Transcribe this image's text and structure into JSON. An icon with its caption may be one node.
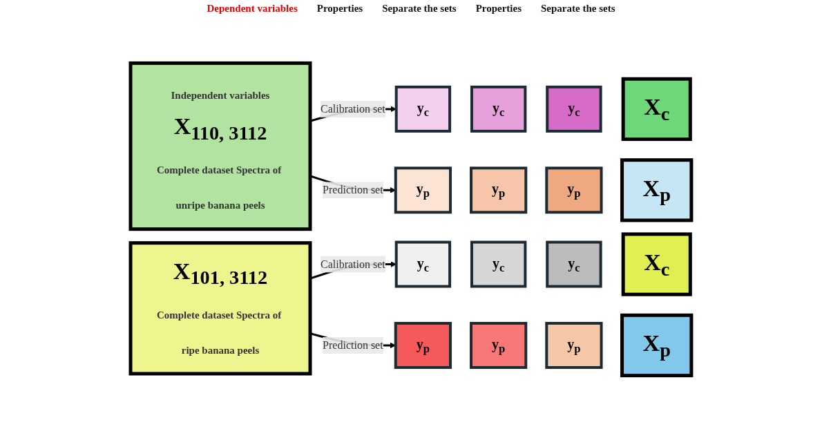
{
  "diagram": {
    "nodes": [
      {
        "text": [
          "Independent variables",
          "X$_{110, 3112}$",
          "Complete dataset Spectra of unripe banana peels"
        ]
      },
      {
        "text": [
          "y$_{c}$"
        ]
      },
      {
        "text": [
          "y$_{c}$"
        ]
      },
      {
        "text": [
          "y$_{c}$"
        ]
      },
      {
        "text": [
          "X$_{c}$"
        ]
      },
      {
        "text": [
          "y$_{p}$"
        ]
      },
      {
        "text": [
          "y$_{p}$"
        ]
      },
      {
        "text": [
          "y$_{p}$"
        ]
      },
      {
        "text": [
          "X$_{p}$"
        ]
      },
      {
        "text": [
          "X$_{101, 3112}$",
          "Complete dataset Spectra of ripe banana peels"
        ]
      },
      {
        "text": [
          "y$_{c}$"
        ]
      },
      {
        "text": [
          "y$_{c}$"
        ]
      },
      {
        "text": [
          "y$_{c}$"
        ]
      },
      {
        "text": [
          "X$_{c}$"
        ]
      },
      {
        "text": [
          "y$_{p}$"
        ]
      },
      {
        "text": [
          "y$_{p}$"
        ]
      },
      {
        "text": [
          "y$_{p}$"
        ]
      },
      {
        "text": [
          "X$_{p}$"
        ]
      }
    ],
    "edges": [
      {
        "from": 0,
        "to": 1,
        "arrow": "to",
        "label": "Calibration set"
      },
      {
        "from": 0,
        "to": 5,
        "arrow": "to",
        "label": "Prediction set"
      },
      {
        "from": 9,
        "to": 10,
        "arrow": "to",
        "label": "Calibration set"
      },
      {
        "from": 9,
        "to": 14,
        "arrow": "to",
        "label": "Prediction set"
      }
    ],
    "labels": [
      "Dependent variables",
      "Properties",
      "Separate the sets",
      "Properties",
      "Separate the sets"
    ]
  }
}
